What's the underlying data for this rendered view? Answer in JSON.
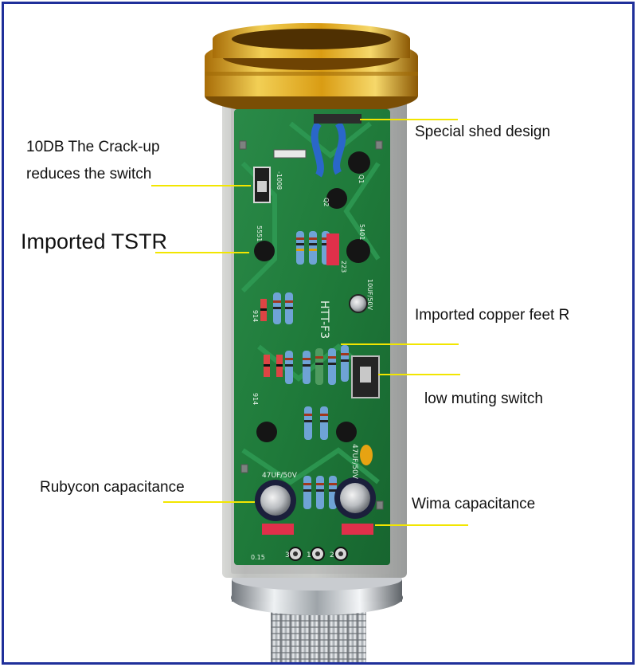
{
  "image": {
    "subject": "microphone-pcb-photo"
  },
  "labels": {
    "special_shed": "Special shed design",
    "crack_up_line1": "10DB The Crack-up",
    "crack_up_line2": "reduces the switch",
    "imported_tstr": "Imported TSTR",
    "copper_feet": "Imported copper feet R",
    "low_muting": "low muting switch",
    "rubycon": "Rubycon capacitance",
    "wima": "Wima capacitance"
  },
  "pcb_text": {
    "model": "HTT-F3",
    "pad_left": "0.15",
    "pad_3": "3",
    "pad_1": "1",
    "pad_2": "2",
    "cap_left": "47UF/50V",
    "cap_right": "47UF/50V",
    "silk_1008": "-1008",
    "silk_5401": "5401",
    "silk_5551": "5551",
    "silk_914a": "914",
    "silk_914b": "914",
    "silk_223": "223",
    "silk_q1": "Q1",
    "silk_q2": "Q2",
    "silk_10uf": "10UF/50V"
  },
  "colors": {
    "pcb_green": "#1f7a3a",
    "gold_ring": "#d8a419",
    "leader_yellow": "#f2e600",
    "frame_blue": "#1f2f9a"
  }
}
